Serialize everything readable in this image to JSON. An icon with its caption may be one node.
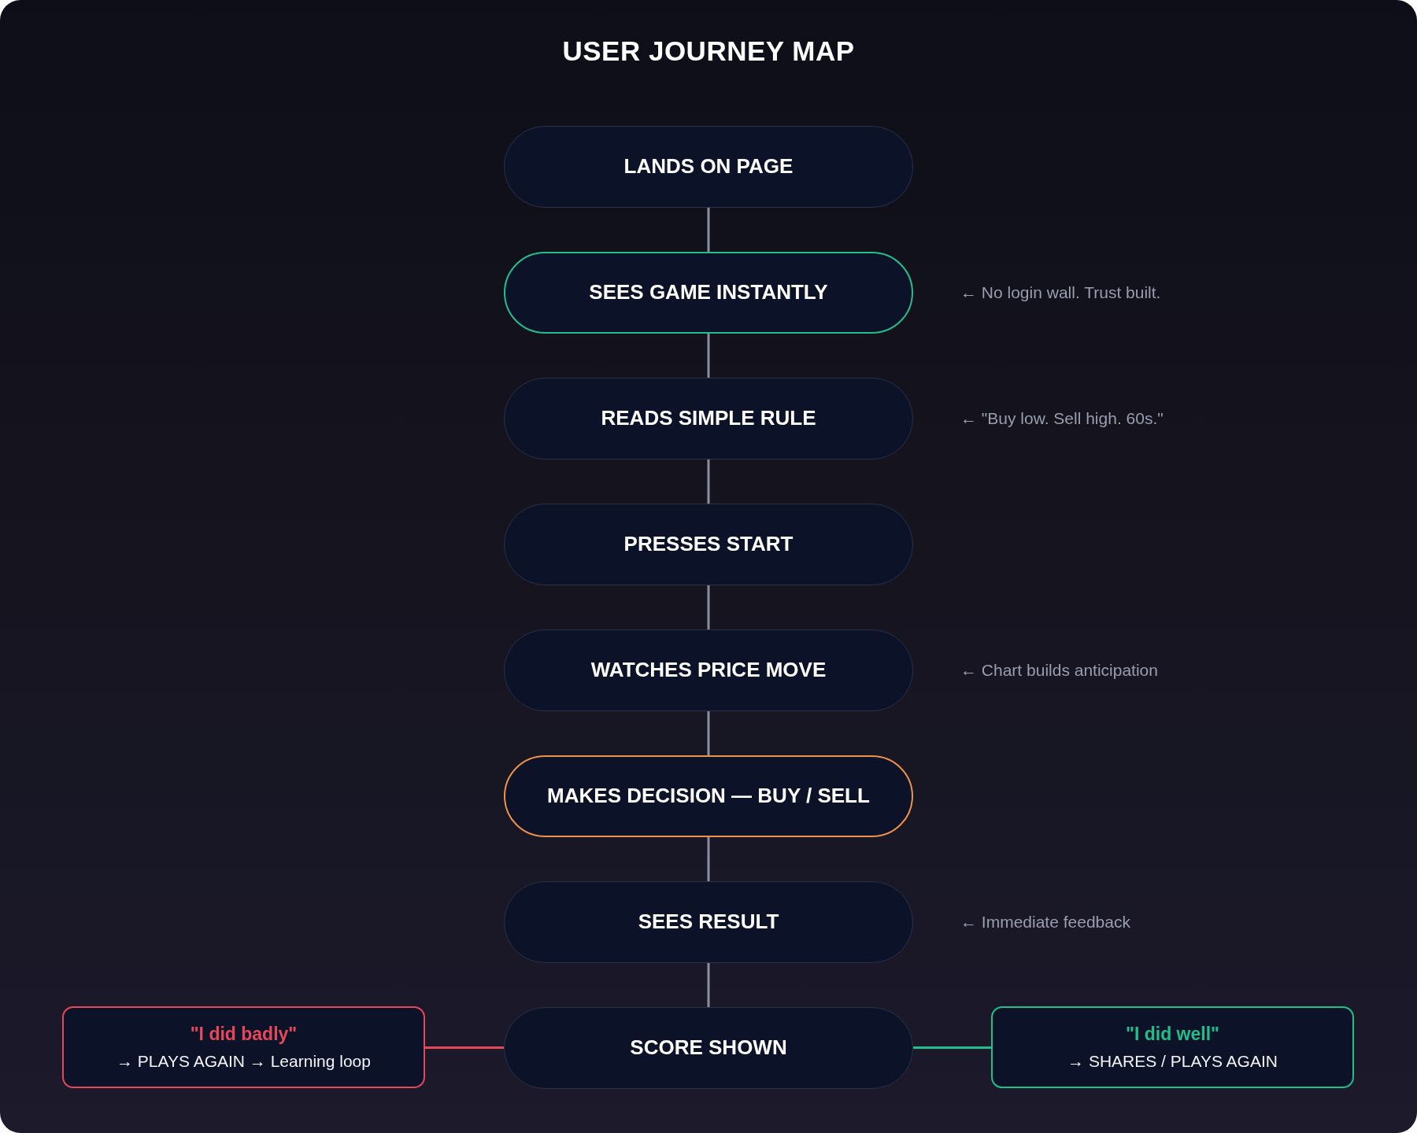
{
  "diagram": {
    "title": "USER JOURNEY MAP",
    "nodes": [
      {
        "text": [
          "LANDS ON PAGE"
        ]
      },
      {
        "text": [
          "SEES GAME INSTANTLY"
        ],
        "beside": [
          "← No login wall. Trust built."
        ]
      },
      {
        "text": [
          "READS SIMPLE RULE"
        ],
        "beside": [
          "← \"Buy low. Sell high. 60s.\""
        ]
      },
      {
        "text": [
          "PRESSES START"
        ]
      },
      {
        "text": [
          "WATCHES PRICE MOVE"
        ],
        "beside": [
          "← Chart builds anticipation"
        ]
      },
      {
        "text": [
          "MAKES DECISION — BUY / SELL"
        ]
      },
      {
        "text": [
          "SEES RESULT"
        ],
        "beside": [
          "← Immediate feedback"
        ]
      },
      {
        "text": [
          "\"I did badly\"",
          "→ PLAYS AGAIN → Learning loop"
        ]
      },
      {
        "text": [
          "SCORE SHOWN"
        ]
      },
      {
        "text": [
          "\"I did well\"",
          "→ SHARES / PLAYS AGAIN"
        ]
      }
    ],
    "edges": [
      {
        "from": 0,
        "to": 1,
        "arrow": "none"
      },
      {
        "from": 1,
        "to": 2,
        "arrow": "none"
      },
      {
        "from": 2,
        "to": 3,
        "arrow": "none"
      },
      {
        "from": 3,
        "to": 4,
        "arrow": "none"
      },
      {
        "from": 4,
        "to": 5,
        "arrow": "none"
      },
      {
        "from": 5,
        "to": 6,
        "arrow": "none"
      },
      {
        "from": 6,
        "to": 8,
        "arrow": "none"
      },
      {
        "from": 8,
        "to": 7,
        "arrow": "none",
        "color": "#e5485a"
      },
      {
        "from": 8,
        "to": 9,
        "arrow": "none",
        "color": "#1fbf8a"
      }
    ]
  }
}
